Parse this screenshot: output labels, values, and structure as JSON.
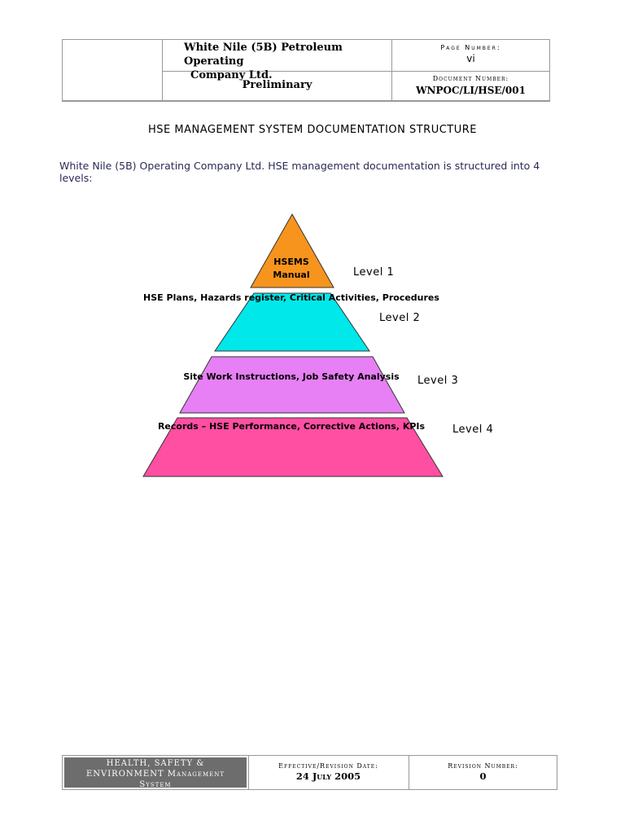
{
  "header": {
    "company_line1": "White Nile (5B) Petroleum Operating",
    "company_line2": "Company Ltd.",
    "status": "Preliminary",
    "page_number_label": "Page Number:",
    "page_number": "vi",
    "document_number_label": "Document Number:",
    "document_number": "WNPOC/LI/HSE/001"
  },
  "title": "HSE MANAGEMENT SYSTEM DOCUMENTATION STRUCTURE",
  "intro": "White Nile (5B) Operating Company Ltd. HSE management documentation is structured into 4 levels:",
  "pyramid": {
    "tiers": [
      {
        "text_line1": "HSEMS",
        "text_line2": "Manual",
        "level": "Level 1",
        "color": "#f7941d"
      },
      {
        "text": "HSE Plans, Hazards register, Critical Activities, Procedures",
        "level": "Level 2",
        "color": "#00e8ea"
      },
      {
        "text": "Site Work Instructions, Job Safety Analysis",
        "level": "Level 3",
        "color": "#e680f4"
      },
      {
        "text": "Records – HSE Performance, Corrective Actions, KPIs",
        "level": "Level 4",
        "color": "#ff4fa3"
      }
    ]
  },
  "footer": {
    "hse_line1": "HEALTH, SAFETY &",
    "hse_line2": "ENVIRONMENT Management",
    "hse_line3": "System",
    "effective_label": "Effective/Revision Date:",
    "effective_date": "24 July 2005",
    "revision_label": "Revision Number:",
    "revision_number": "0"
  }
}
